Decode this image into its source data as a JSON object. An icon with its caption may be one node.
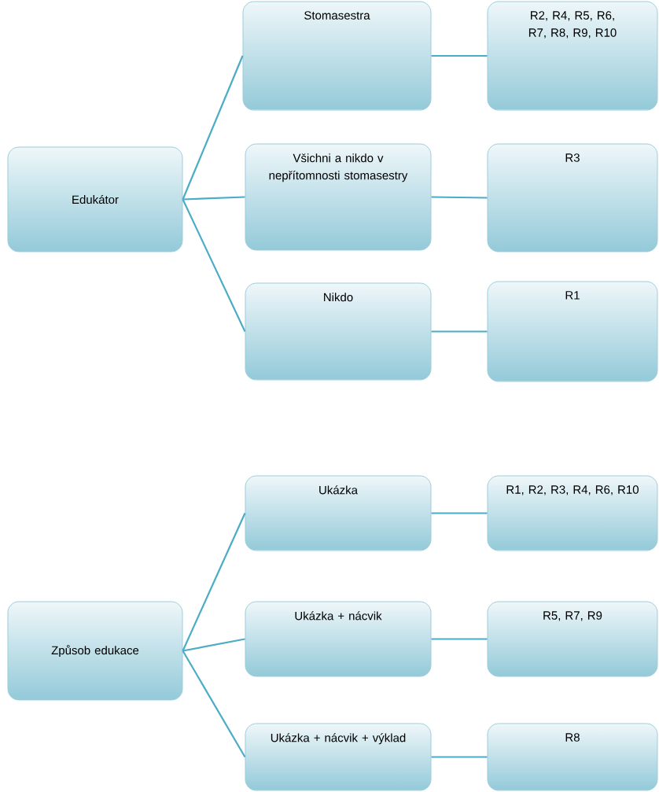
{
  "diagram": {
    "nodes": [
      {
        "text": [
          "Edukátor"
        ]
      },
      {
        "text": [
          "Stomasestra"
        ]
      },
      {
        "text": [
          "R2, R4, R5, R6, R7, R8, R9, R10"
        ]
      },
      {
        "text": [
          "Všichni a nikdo v nepřítomnosti stomasestry"
        ]
      },
      {
        "text": [
          "R3"
        ]
      },
      {
        "text": [
          "Nikdo"
        ]
      },
      {
        "text": [
          "R1"
        ]
      },
      {
        "text": [
          "Ukázka"
        ]
      },
      {
        "text": [
          "R1, R2, R3, R4, R6, R10"
        ]
      },
      {
        "text": [
          "Způsob edukace"
        ]
      },
      {
        "text": [
          "Ukázka + nácvik"
        ]
      },
      {
        "text": [
          "R5, R7, R9"
        ]
      },
      {
        "text": [
          "Ukázka + nácvik + výklad"
        ]
      },
      {
        "text": [
          "R8"
        ]
      }
    ],
    "edges": [
      {
        "from": 0,
        "to": 1,
        "arrow": "none"
      },
      {
        "from": 0,
        "to": 3,
        "arrow": "none"
      },
      {
        "from": 0,
        "to": 5,
        "arrow": "none"
      },
      {
        "from": 1,
        "to": 2,
        "arrow": "none"
      },
      {
        "from": 3,
        "to": 4,
        "arrow": "none"
      },
      {
        "from": 5,
        "to": 6,
        "arrow": "none"
      },
      {
        "from": 9,
        "to": 7,
        "arrow": "none"
      },
      {
        "from": 9,
        "to": 10,
        "arrow": "none"
      },
      {
        "from": 9,
        "to": 12,
        "arrow": "none"
      },
      {
        "from": 7,
        "to": 8,
        "arrow": "none"
      },
      {
        "from": 10,
        "to": 11,
        "arrow": "none"
      },
      {
        "from": 12,
        "to": 13,
        "arrow": "none"
      }
    ]
  }
}
